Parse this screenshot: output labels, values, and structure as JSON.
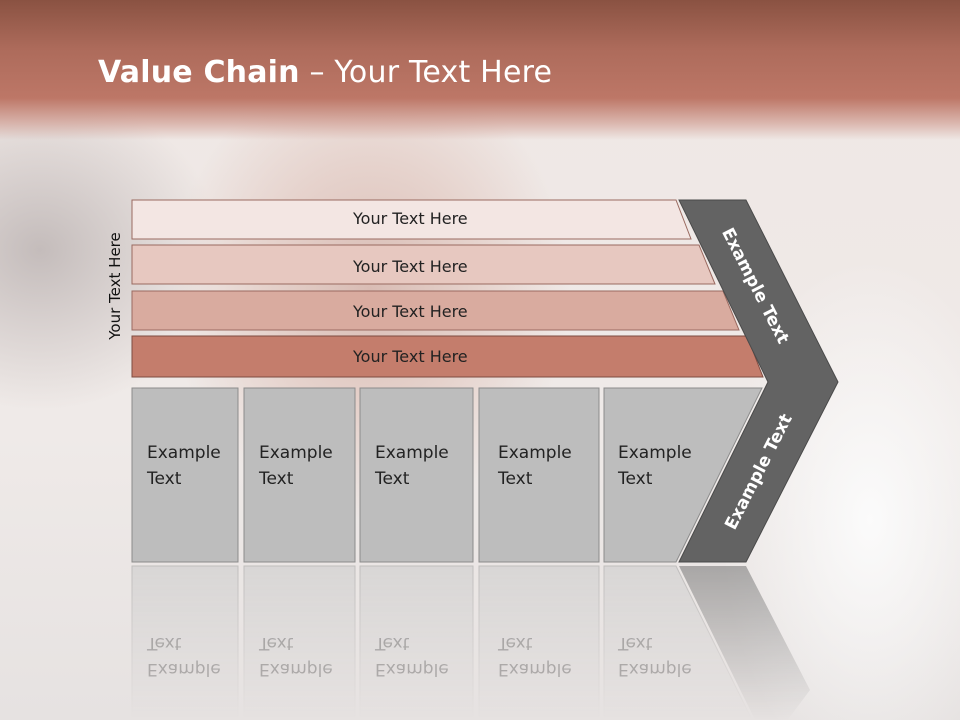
{
  "slide": {
    "title_bold": "Value Chain",
    "title_rest": " – Your Text Here"
  },
  "side_label": "Your Text Here",
  "bars": [
    {
      "label": "Your Text Here",
      "color": "#f3e6e3"
    },
    {
      "label": "Your Text Here",
      "color": "#e7c8c0"
    },
    {
      "label": "Your Text Here",
      "color": "#d9ab9f"
    },
    {
      "label": "Your Text Here",
      "color": "#c47d6c"
    }
  ],
  "boxes": [
    {
      "label": "Example\nText"
    },
    {
      "label": "Example\nText"
    },
    {
      "label": "Example\nText"
    },
    {
      "label": "Example\nText"
    },
    {
      "label": "Example\nText"
    }
  ],
  "chevron": {
    "upper_label": "Example Text",
    "lower_label": "Example Text",
    "color": "#636363"
  },
  "colors": {
    "box_fill": "#bdbdbd",
    "banner": "#b06e5e"
  }
}
